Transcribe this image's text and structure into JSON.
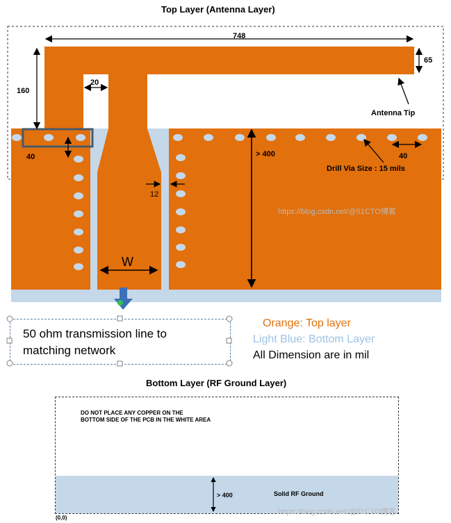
{
  "top_title": "Top Layer (Antenna Layer)",
  "bottom_title": "Bottom Layer (RF Ground Layer)",
  "dims": {
    "total_length": "748",
    "tip_thickness": "65",
    "height": "160",
    "gap": "20",
    "via_spacing_left": "40",
    "via_spacing_right": "40",
    "ground_height": "> 400",
    "clearance": "12",
    "width": "W"
  },
  "labels": {
    "antenna_tip": "Antenna Tip",
    "drill_via": "Drill Via Size : 15 mils"
  },
  "callout": {
    "line1": "50 ohm transmission line to",
    "line2": "matching network"
  },
  "legend": {
    "orange": "Orange: Top layer",
    "blue": "Light Blue: Bottom Layer",
    "dims": "All Dimension are in mil"
  },
  "bottom": {
    "note_line1": "DO NOT PLACE ANY COPPER ON THE",
    "note_line2": "BOTTOM SIDE OF THE PCB IN THE WHITE AREA",
    "ground_height": "> 400",
    "ground_label": "Solid RF Ground",
    "origin": "(0,0)"
  },
  "colors": {
    "orange": "#e2700c",
    "light_blue": "#c5d8ea",
    "box": "#4a5a6a"
  },
  "watermark": "https://blog.csdn.net/@51CTO博客"
}
